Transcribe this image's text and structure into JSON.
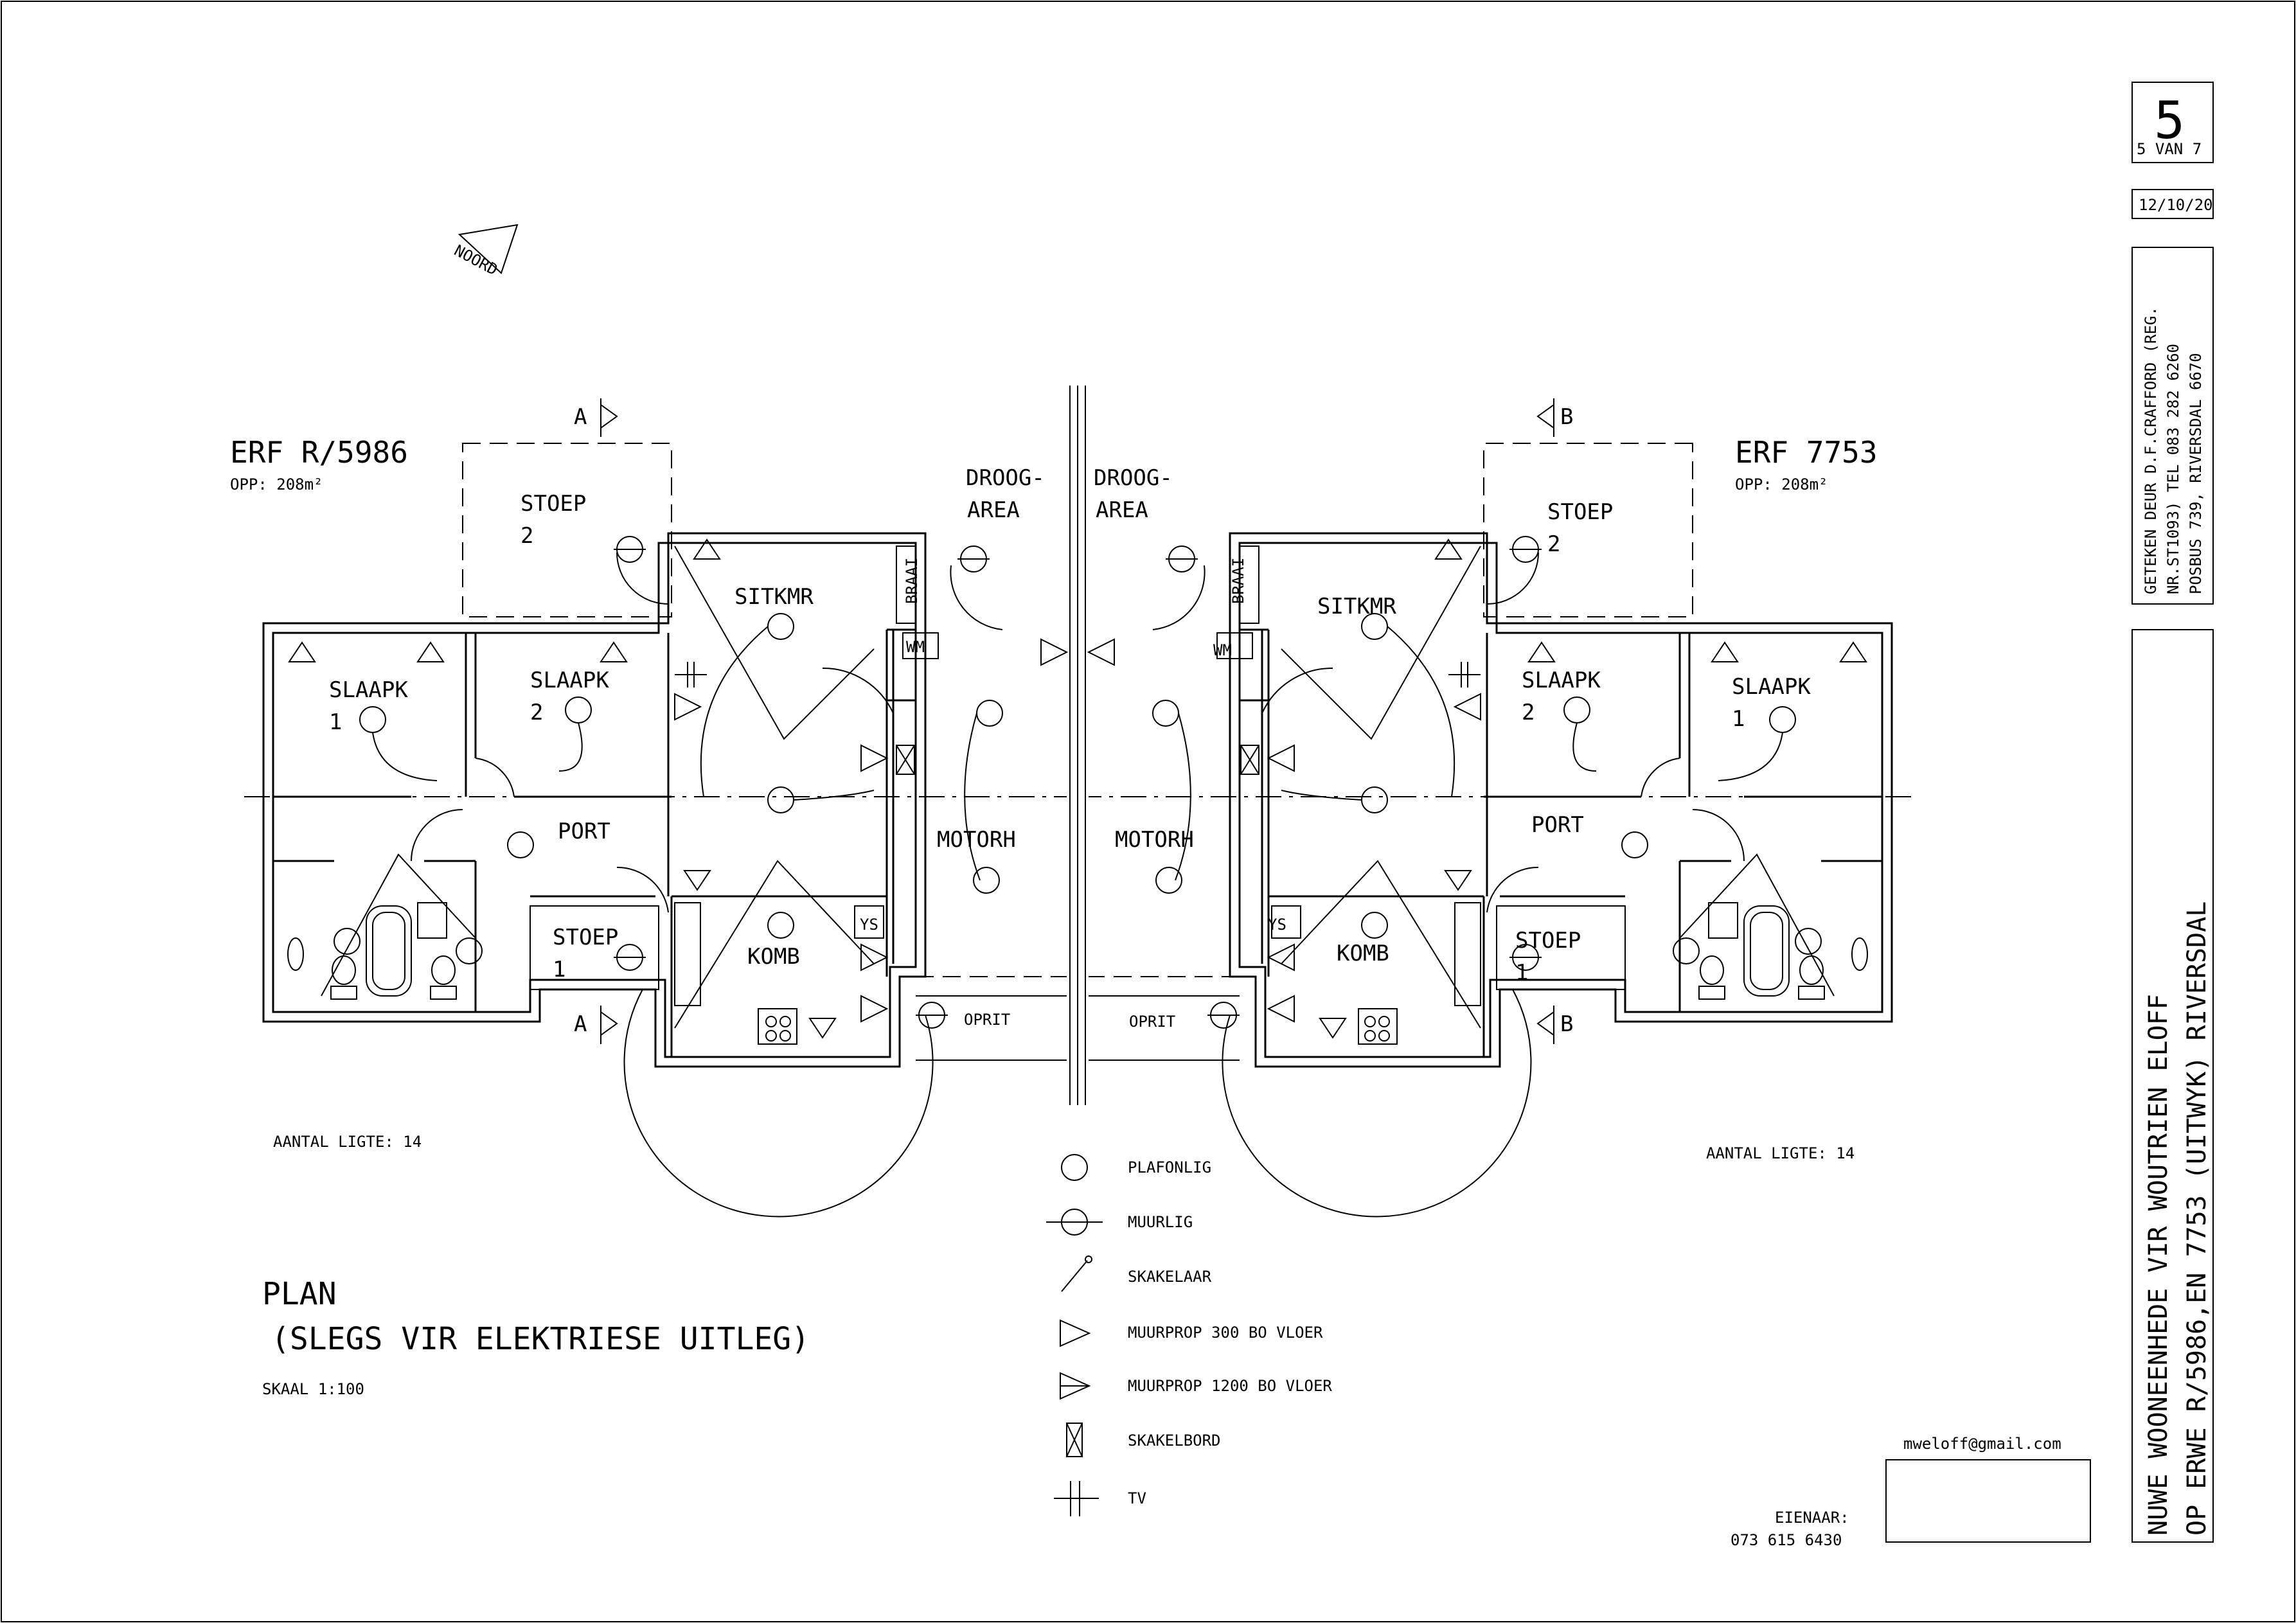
{
  "sheet": {
    "number": "5",
    "of_text": "5 VAN 7",
    "date": "12/10/20",
    "drawer": [
      "GETEKEN DEUR D.F.CRAFFORD (REG.",
      "NR.ST1093) TEL 083 282 6260",
      "POSBUS 739, RIVERSDAL 6670"
    ],
    "project": [
      "NUWE WOONEENHEDE VIR WOUTRIEN ELOFF",
      "OP ERWE R/5986,EN 7753 (UITWYK) RIVERSDAL"
    ]
  },
  "north": "NOORD",
  "sections": {
    "a": "A",
    "b": "B"
  },
  "left_unit": {
    "erf": "ERF R/5986",
    "area": "OPP: 208m²",
    "lights": "AANTAL LIGTE: 14",
    "rooms": {
      "stoep2": "STOEP",
      "stoep2_n": "2",
      "sitkmr": "SITKMR",
      "braai": "BRAAI",
      "wm": "WM",
      "slaapk1": "SLAAPK",
      "slaapk1_n": "1",
      "slaapk2": "SLAAPK",
      "slaapk2_n": "2",
      "port": "PORT",
      "stoep1": "STOEP",
      "stoep1_n": "1",
      "komb": "KOMB",
      "ys": "YS",
      "motorh": "MOTORH",
      "droog1": "DROOG-",
      "droog2": "AREA",
      "oprit": "OPRIT"
    }
  },
  "right_unit": {
    "erf": "ERF 7753",
    "area": "OPP: 208m²",
    "lights": "AANTAL LIGTE: 14",
    "rooms": {
      "stoep2": "STOEP",
      "stoep2_n": "2",
      "sitkmr": "SITKMR",
      "braai": "BRAAI",
      "wm": "WM",
      "slaapk1": "SLAAPK",
      "slaapk1_n": "1",
      "slaapk2": "SLAAPK",
      "slaapk2_n": "2",
      "port": "PORT",
      "stoep1": "STOEP",
      "stoep1_n": "1",
      "komb": "KOMB",
      "ys": "YS",
      "motorh": "MOTORH",
      "droog1": "DROOG-",
      "droog2": "AREA",
      "oprit": "OPRIT"
    }
  },
  "plan": {
    "title": "PLAN",
    "subtitle": "(SLEGS VIR ELEKTRIESE UITLEG)",
    "scale": "SKAAL 1:100"
  },
  "legend": {
    "plafonlig": "PLAFONLIG",
    "muurlig": "MUURLIG",
    "skakelaar": "SKAKELAAR",
    "muurprop300": "MUURPROP 300 BO VLOER",
    "muurprop1200": "MUURPROP 1200 BO VLOER",
    "skakelbord": "SKAKELBORD",
    "tv": "TV"
  },
  "owner": {
    "email": "mweloff@gmail.com",
    "label": "EIENAAR:",
    "phone": "073 615 6430"
  }
}
